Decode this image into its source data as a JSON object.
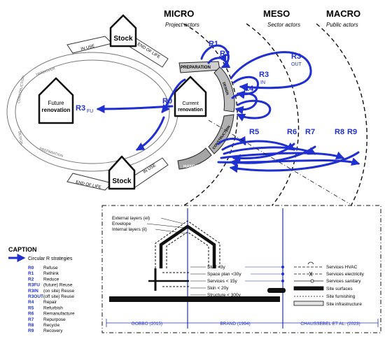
{
  "levels": {
    "micro": {
      "title": "MICRO",
      "subtitle": "Project actors"
    },
    "meso": {
      "title": "MESO",
      "subtitle": "Sector actors"
    },
    "macro": {
      "title": "MACRO",
      "subtitle": "Public actors"
    }
  },
  "houses": {
    "stock_top": "Stock",
    "stock_bottom": "Stock",
    "future_line1": "Future",
    "future_line2": "renovation",
    "current_line1": "Current",
    "current_line2": "renovation"
  },
  "cycle_left": [
    "IN USE",
    "END OF LIFE",
    "HANDOVER",
    "CONSTRUCTION",
    "DESIGN",
    "PREPARATION"
  ],
  "cycle_bottom": [
    "END OF LIFE",
    "IN USE"
  ],
  "cycle_right": [
    "PREPARATION",
    "DESIGN",
    "CONSTRUCTION",
    "HANDOVER"
  ],
  "r_labels": {
    "r0": "R0",
    "r1": "R1",
    "r2": "R2",
    "r3out_main": "R3",
    "r3out_sub": "OUT",
    "r3in_main": "R3",
    "r3in_sub": "IN",
    "r4": "R4",
    "r5": "R5",
    "r6": "R6",
    "r7": "R7",
    "r8": "R8",
    "r9": "R9",
    "r3fu_main": "R3",
    "r3fu_sub": "FU"
  },
  "caption": {
    "title": "CAPTION",
    "arrow_label": "Circular R strategies",
    "items": [
      {
        "code": "R0",
        "label": "Refuse"
      },
      {
        "code": "R1",
        "label": "Rethink"
      },
      {
        "code": "R2",
        "label": "Reduce"
      },
      {
        "code": "R3FU",
        "label": "(future) Reuse"
      },
      {
        "code": "R3IN",
        "label": "(on site) Reuse"
      },
      {
        "code": "R3OUT",
        "label": "(off site) Reuse"
      },
      {
        "code": "R4",
        "label": "Repair"
      },
      {
        "code": "R5",
        "label": "Refurbish"
      },
      {
        "code": "R6",
        "label": "Remanufacture"
      },
      {
        "code": "R7",
        "label": "Repurpose"
      },
      {
        "code": "R8",
        "label": "Recycle"
      },
      {
        "code": "R9",
        "label": "Recovery"
      }
    ]
  },
  "detail": {
    "layers": [
      "External layers (el)",
      "Envelope",
      "Internal layers (il)"
    ],
    "brand": [
      "Stuff <3y",
      "Space plan <30y",
      "Services < 15y",
      "Skin < 20y",
      "Structure < 300y"
    ],
    "chaussebel": [
      "Services HVAC",
      "Services electricity",
      "Services sanitary",
      "Site surfaces",
      "Site furnishing",
      "Site infrastructure"
    ],
    "sources": [
      "GOBBO (2015)",
      "BRAND (1994)",
      "CHAUSSEBEL ET AL. (2023)"
    ]
  },
  "colors": {
    "accent": "#1f2fd0",
    "ink": "#111111",
    "gray": "#8a8a8a",
    "light": "#dcdcdc"
  }
}
